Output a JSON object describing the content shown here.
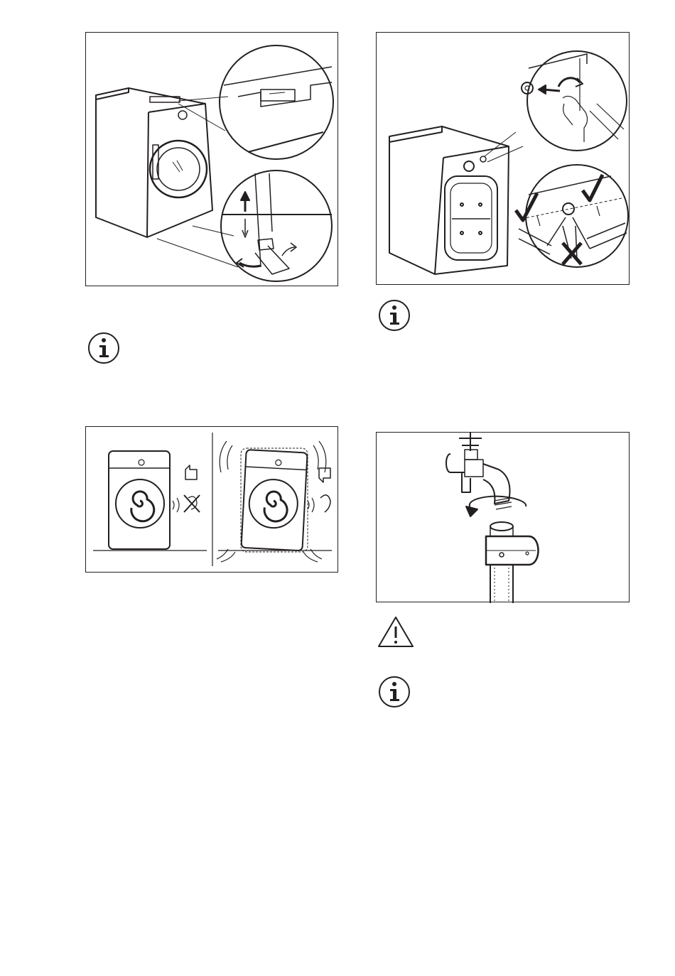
{
  "page": {
    "figures": [
      {
        "id": "fig-level-adjust",
        "icon": "washing-machine-leveling-illustration"
      },
      {
        "id": "fig-vibration-compare",
        "icon": "washing-machine-vibration-illustration"
      },
      {
        "id": "fig-hose-connection",
        "icon": "inlet-hose-angle-illustration"
      },
      {
        "id": "fig-tap-connection",
        "icon": "water-tap-connection-illustration"
      }
    ],
    "notices": [
      {
        "type": "info",
        "icon": "info-icon"
      },
      {
        "type": "info",
        "icon": "info-icon"
      },
      {
        "type": "warning",
        "icon": "warning-icon"
      },
      {
        "type": "info",
        "icon": "info-icon"
      }
    ]
  },
  "colors": {
    "ink": "#231f20",
    "paper": "#ffffff"
  }
}
